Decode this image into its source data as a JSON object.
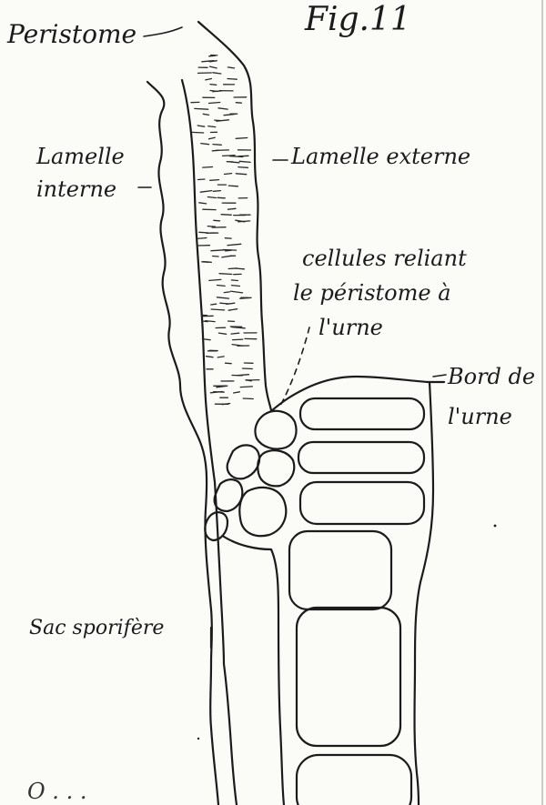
{
  "figure": {
    "title": "Fig.11",
    "labels": {
      "peristome": "Peristome",
      "lamelle_interne_line1": "Lamelle",
      "lamelle_interne_line2": "interne",
      "lamelle_externe": "Lamelle externe",
      "cellules_line1": "cellules reliant",
      "cellules_line2": "le péristome à",
      "cellules_line3": "l'urne",
      "bord_line1": "Bord de",
      "bord_line2": "l'urne",
      "sac_sporifere": "Sac sporifère",
      "bottom_partial": "O . . ."
    }
  },
  "colors": {
    "paper": "#fbfbf8",
    "ink": "#1b1b1b"
  }
}
